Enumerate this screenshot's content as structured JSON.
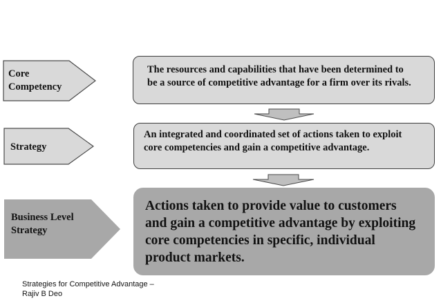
{
  "stages": [
    {
      "label": "Core\nCompetency",
      "description": "The resources and capabilities that have been determined to\nbe a source of competitive advantage for a firm over its rivals."
    },
    {
      "label": "Strategy",
      "description": "An integrated and coordinated set of actions taken to exploit\ncore competencies and gain a competitive advantage."
    },
    {
      "label": "Business Level\nStrategy",
      "description": "Actions taken to provide value to customers\nand gain a competitive advantage by exploiting\ncore competencies in specific, individual\nproduct markets."
    }
  ],
  "footer": "Strategies for Competitive Advantage –\nRajiv B Deo"
}
